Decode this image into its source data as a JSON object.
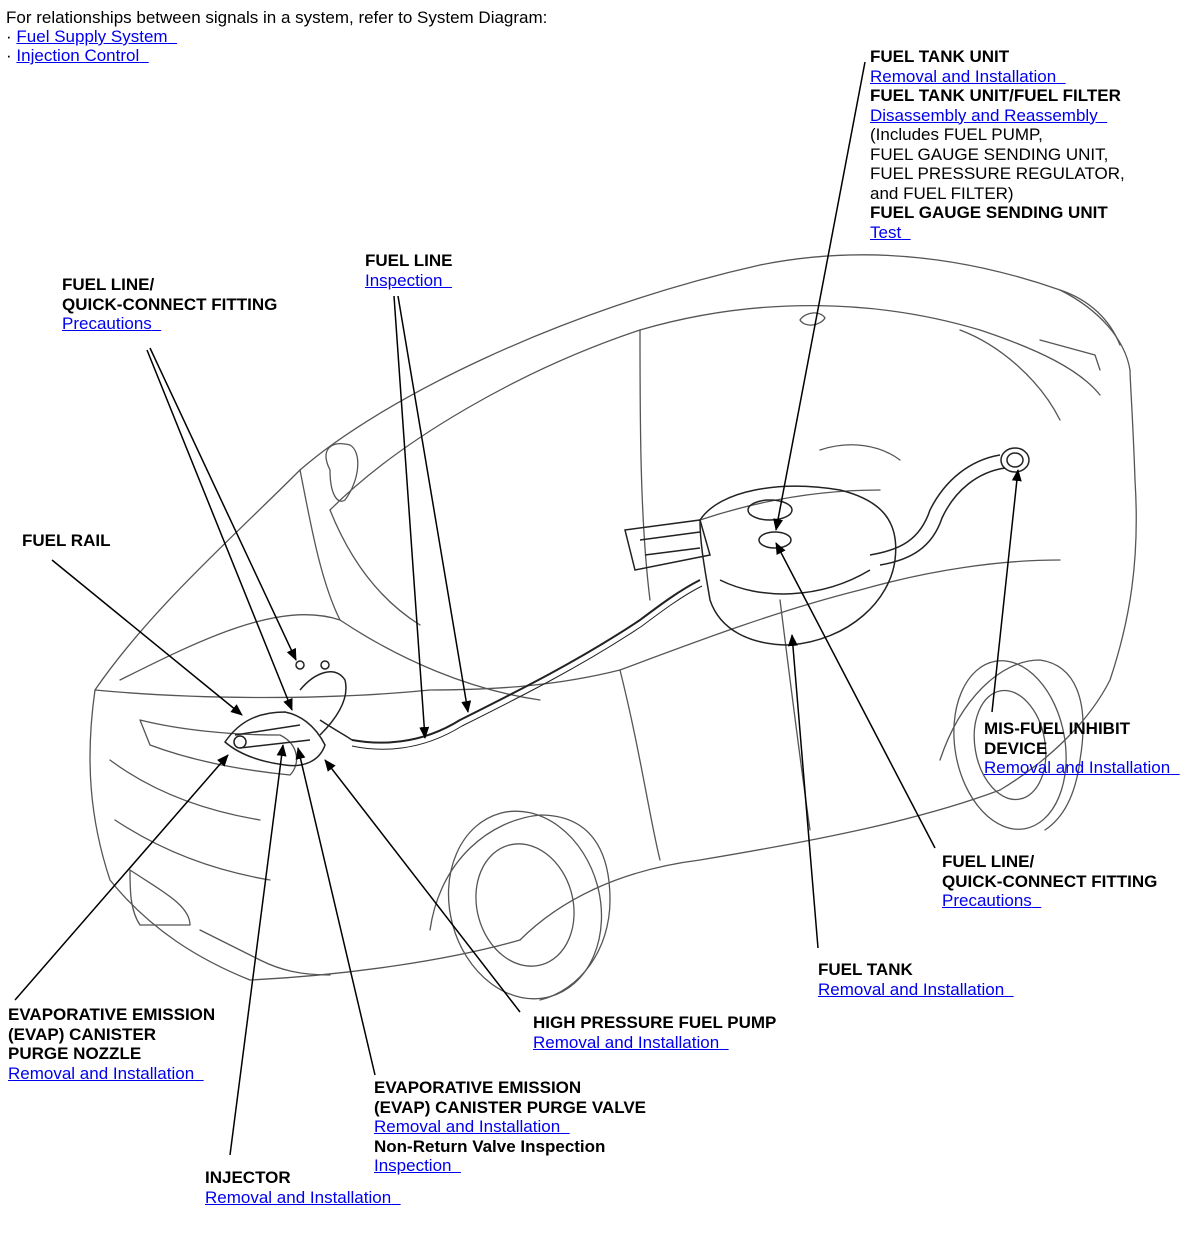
{
  "intro": {
    "text": "For relationships between signals in a system, refer to System Diagram:",
    "bullet": "·",
    "links": [
      "Fuel Supply System",
      "Injection Control"
    ]
  },
  "labels": {
    "fuel_tank_unit": {
      "title": "FUEL TANK UNIT",
      "link1": "Removal and Installation",
      "title2": "FUEL TANK UNIT/FUEL FILTER",
      "link2": "Disassembly and Reassembly",
      "note": [
        "(Includes FUEL PUMP,",
        "FUEL GAUGE SENDING UNIT,",
        "FUEL PRESSURE REGULATOR,",
        "and FUEL FILTER)"
      ],
      "title3": "FUEL GAUGE SENDING UNIT",
      "link3": "Test"
    },
    "fuel_line_top": {
      "title": "FUEL LINE",
      "link": "Inspection"
    },
    "quick_connect_left": {
      "title": [
        "FUEL LINE/",
        "QUICK-CONNECT FITTING"
      ],
      "link": "Precautions"
    },
    "fuel_rail": {
      "title": "FUEL RAIL"
    },
    "misfuel": {
      "title": [
        "MIS-FUEL INHIBIT",
        "DEVICE"
      ],
      "link": "Removal and Installation"
    },
    "quick_connect_right": {
      "title": [
        "FUEL LINE/",
        "QUICK-CONNECT FITTING"
      ],
      "link": "Precautions"
    },
    "fuel_tank": {
      "title": "FUEL TANK",
      "link": "Removal and Installation"
    },
    "hp_pump": {
      "title": "HIGH PRESSURE FUEL PUMP",
      "link": "Removal and Installation"
    },
    "evap_nozzle": {
      "title": [
        "EVAPORATIVE EMISSION",
        "(EVAP) CANISTER",
        "PURGE NOZZLE"
      ],
      "link": "Removal and Installation"
    },
    "evap_valve": {
      "title": [
        "EVAPORATIVE EMISSION",
        "(EVAP) CANISTER PURGE VALVE"
      ],
      "link": "Removal and Installation",
      "title2": "Non-Return Valve Inspection",
      "link2": "Inspection"
    },
    "injector": {
      "title": "INJECTOR",
      "link": "Removal and Installation"
    }
  },
  "colors": {
    "link": "#0000ee",
    "lines": "#000000",
    "car": "#555555"
  }
}
